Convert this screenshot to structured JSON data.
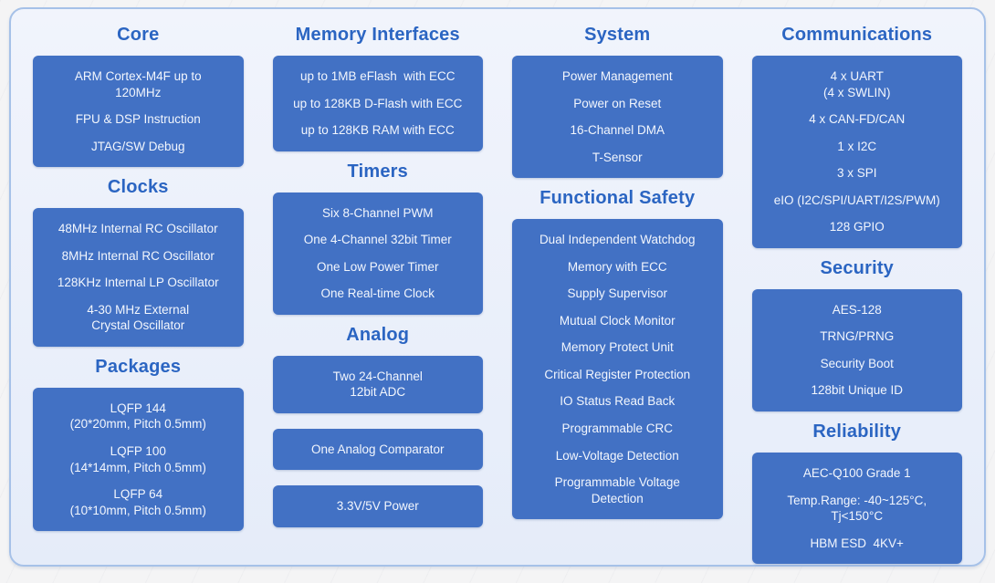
{
  "colors": {
    "box_fill": "#4271C4",
    "box_text": "#F2F6FD",
    "heading": "#2B65C2",
    "panel_fill_top": "#F1F4FC",
    "panel_fill_bottom": "#E5ECF9",
    "panel_border": "#A6C1E8",
    "page_bg": "#F4F4F5"
  },
  "columns": [
    {
      "sections": [
        {
          "title": "Core",
          "boxes": [
            {
              "items": [
                "ARM Cortex-M4F up to\n120MHz",
                "FPU & DSP Instruction",
                "JTAG/SW Debug"
              ]
            }
          ]
        },
        {
          "title": "Clocks",
          "boxes": [
            {
              "items": [
                "48MHz Internal RC Oscillator",
                "8MHz Internal RC Oscillator",
                "128KHz Internal LP Oscillator",
                "4-30 MHz External\nCrystal Oscillator"
              ]
            }
          ]
        },
        {
          "title": "Packages",
          "boxes": [
            {
              "items": [
                "LQFP 144\n(20*20mm, Pitch 0.5mm)",
                "LQFP 100\n(14*14mm, Pitch 0.5mm)",
                "LQFP 64\n(10*10mm, Pitch 0.5mm)"
              ]
            }
          ]
        }
      ]
    },
    {
      "sections": [
        {
          "title": "Memory Interfaces",
          "boxes": [
            {
              "items": [
                "up to 1MB eFlash  with ECC",
                "up to 128KB D-Flash with ECC",
                "up to 128KB RAM with ECC"
              ]
            }
          ]
        },
        {
          "title": "Timers",
          "boxes": [
            {
              "items": [
                "Six 8-Channel PWM",
                "One 4-Channel 32bit Timer",
                "One Low Power Timer",
                "One Real-time Clock"
              ]
            }
          ]
        },
        {
          "title": "Analog",
          "boxes": [
            {
              "items": [
                "Two 24-Channel\n12bit ADC"
              ]
            },
            {
              "items": [
                "One Analog Comparator"
              ]
            },
            {
              "items": [
                "3.3V/5V Power"
              ]
            }
          ]
        }
      ]
    },
    {
      "sections": [
        {
          "title": "System",
          "boxes": [
            {
              "items": [
                "Power Management",
                "Power on Reset",
                "16-Channel DMA",
                "T-Sensor"
              ]
            }
          ]
        },
        {
          "title": "Functional Safety",
          "boxes": [
            {
              "items": [
                "Dual Independent Watchdog",
                "Memory with ECC",
                "Supply Supervisor",
                "Mutual Clock Monitor",
                "Memory Protect Unit",
                "Critical Register Protection",
                "IO Status Read Back",
                "Programmable CRC",
                "Low-Voltage Detection",
                "Programmable Voltage\nDetection"
              ]
            }
          ]
        }
      ]
    },
    {
      "sections": [
        {
          "title": "Communications",
          "boxes": [
            {
              "items": [
                "4 x UART\n(4 x SWLIN)",
                "4 x CAN-FD/CAN",
                "1 x I2C",
                "3 x SPI",
                "eIO (I2C/SPI/UART/I2S/PWM)",
                "128 GPIO"
              ]
            }
          ]
        },
        {
          "title": "Security",
          "boxes": [
            {
              "items": [
                "AES-128",
                "TRNG/PRNG",
                "Security Boot",
                "128bit Unique ID"
              ]
            }
          ]
        },
        {
          "title": "Reliability",
          "boxes": [
            {
              "items": [
                "AEC-Q100 Grade 1",
                "Temp.Range: -40~125°C,\nTj<150°C",
                "HBM ESD  4KV+"
              ]
            }
          ]
        }
      ]
    }
  ]
}
